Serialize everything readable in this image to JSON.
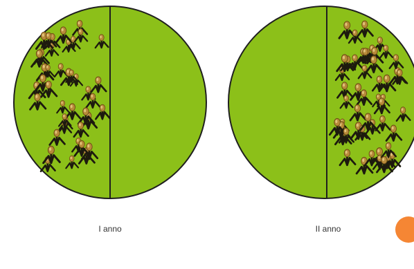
{
  "fields": [
    {
      "label": "I anno",
      "planted_side": "left"
    },
    {
      "label": "II anno",
      "planted_side": "right"
    }
  ],
  "colors": {
    "field_fill": "#8CC019",
    "field_outline": "#1f1f1f",
    "plant_stalk": "#1d1a0e",
    "plant_head": "#b88a3a",
    "plant_head_light": "#e0c27a",
    "nav_button": "#F58634"
  },
  "nav": {
    "icon": "orange-circle-next-icon"
  }
}
